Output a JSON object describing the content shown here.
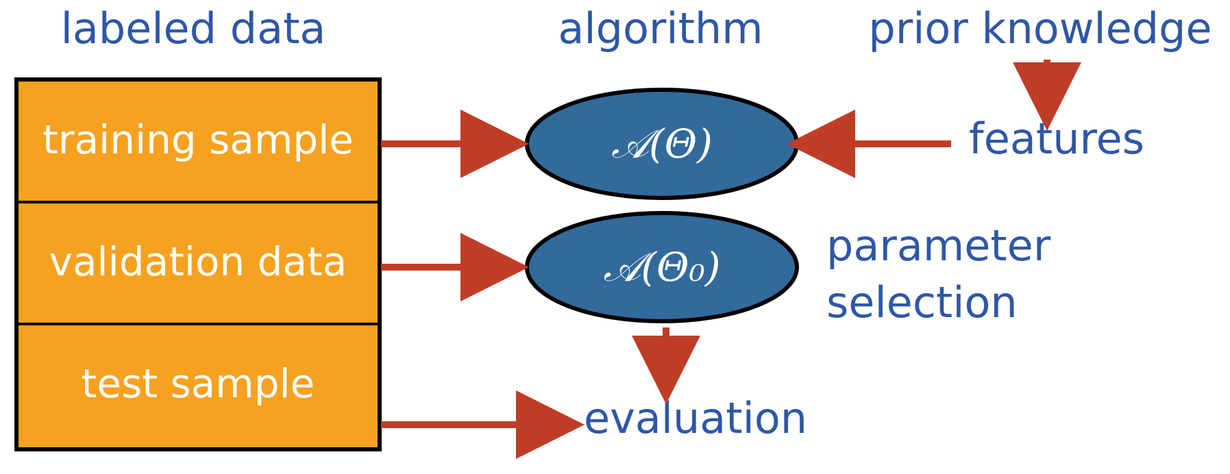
{
  "header": {
    "labeled_data": "labeled data",
    "algorithm": "algorithm",
    "prior_knowledge": "prior knowledge"
  },
  "box": {
    "training_sample": "training sample",
    "validation_data": "validation data",
    "test_sample": "test sample"
  },
  "nodes": {
    "algorithm_node": "𝒜(Θ)",
    "selected_algorithm_node": "𝒜(Θ₀)"
  },
  "labels": {
    "features": "features",
    "parameter_line1": "parameter",
    "parameter_line2": "selection",
    "evaluation": "evaluation"
  },
  "colors": {
    "box_fill": "#f6a11f",
    "node_fill": "#326a9b",
    "arrow": "#bf3d27",
    "label_text": "#2e57a6",
    "outline": "#000000"
  }
}
